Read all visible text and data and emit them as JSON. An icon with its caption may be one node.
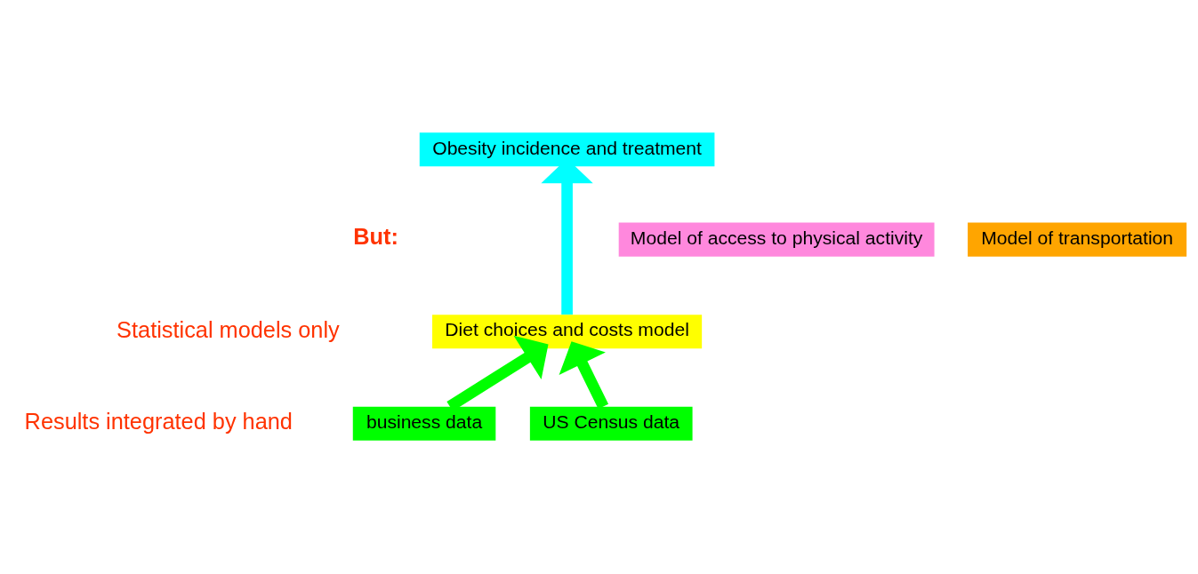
{
  "diagram": {
    "nodes": [
      {
        "text": [
          "Obesity incidence and treatment"
        ]
      },
      {
        "text": [
          "Model of access to physical activity"
        ]
      },
      {
        "text": [
          "Model of transportation"
        ]
      },
      {
        "text": [
          "Diet choices and costs model"
        ]
      },
      {
        "text": [
          "business data"
        ]
      },
      {
        "text": [
          "US Census data"
        ]
      }
    ],
    "edges": [
      {
        "from": 4,
        "to": 3,
        "arrow": "to",
        "color": "#00ff00"
      },
      {
        "from": 5,
        "to": 3,
        "arrow": "to",
        "color": "#00ff00"
      },
      {
        "from": 3,
        "to": 0,
        "arrow": "to",
        "color": "#00ffff"
      }
    ],
    "labels": [
      "But:",
      "Statistical models only",
      "Results integrated by hand"
    ]
  }
}
